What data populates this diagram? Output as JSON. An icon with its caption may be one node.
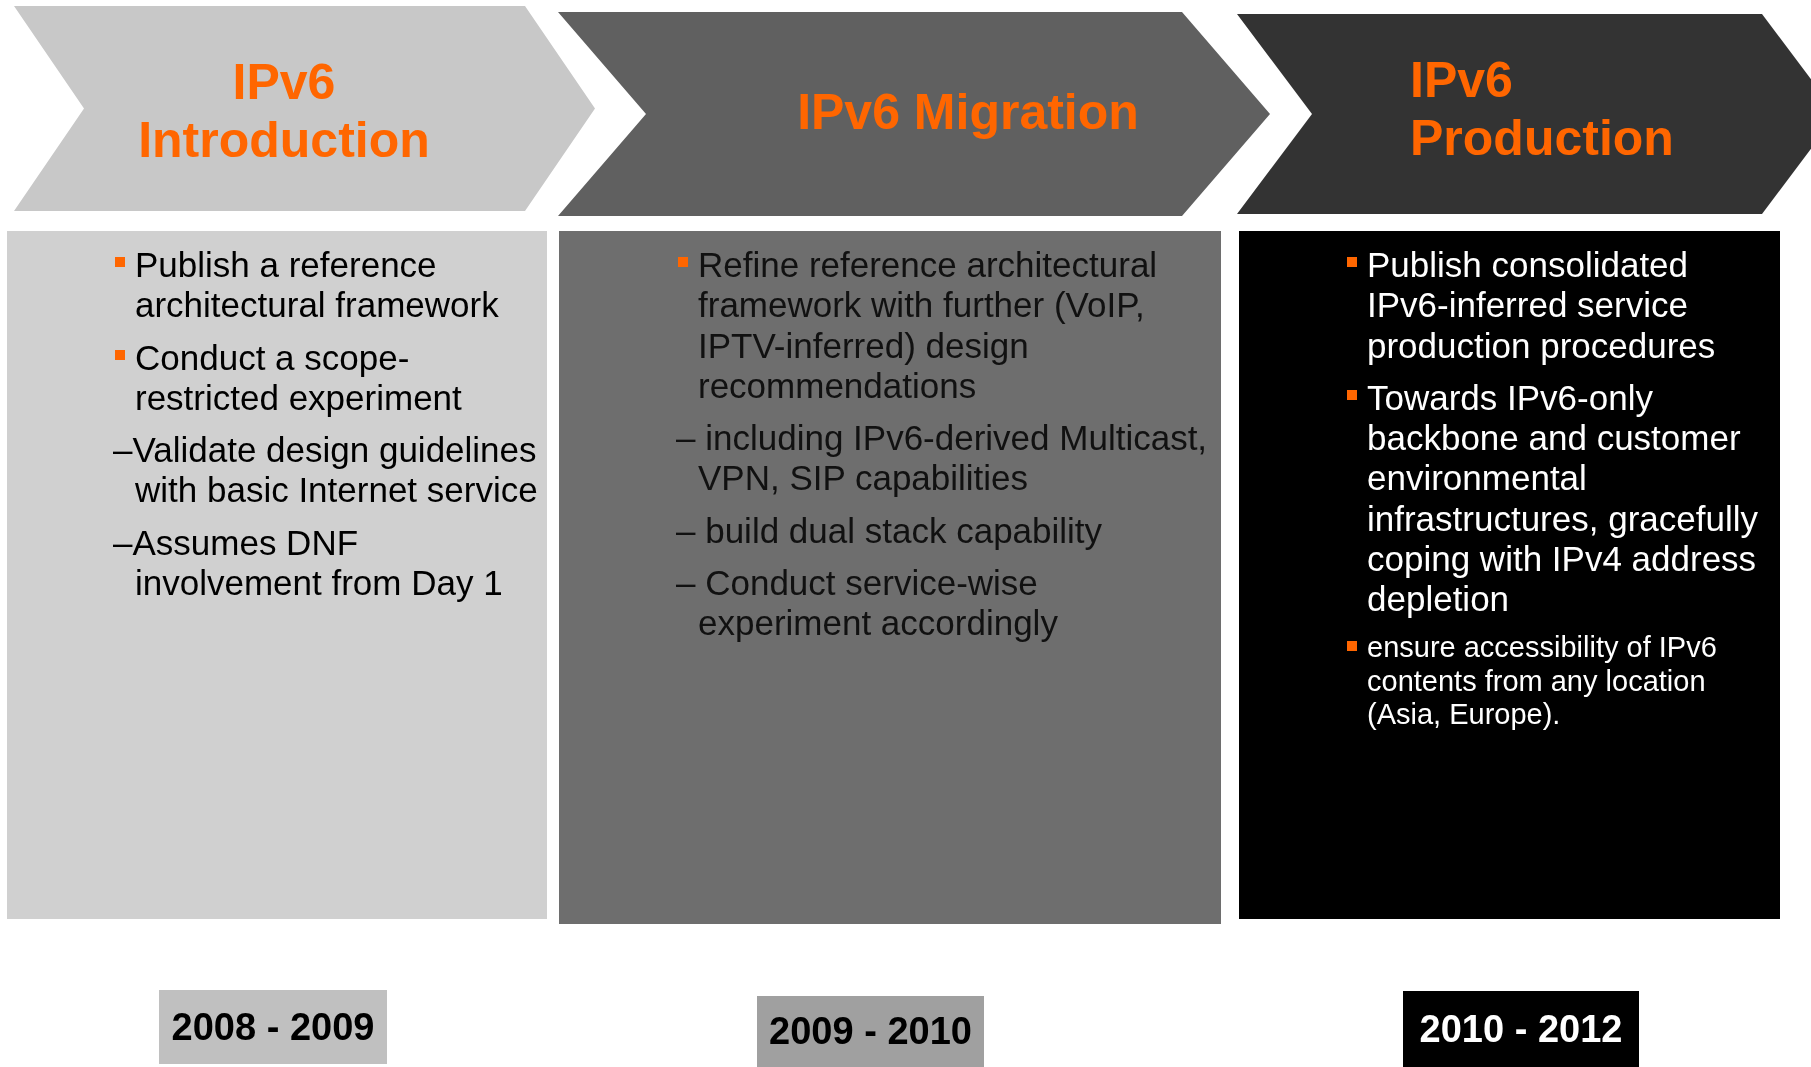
{
  "diagram": {
    "nodes": [
      {
        "text": [
          "IPv6 Introduction"
        ]
      },
      {
        "text": [
          "IPv6 Migration"
        ]
      },
      {
        "text": [
          "IPv6 Production"
        ]
      },
      {
        "text": [
          "Publish a reference architectural framework",
          "Conduct a scope-restricted experiment",
          "–Validate design guidelines with basic Internet service",
          "–Assumes DNF involvement from Day 1"
        ]
      },
      {
        "text": [
          "Refine reference architectural framework with further (VoIP, IPTV-inferred) design recommendations",
          "– including IPv6-derived Multicast, VPN, SIP capabilities",
          "– build dual stack capability",
          "– Conduct service-wise experiment accordingly"
        ]
      },
      {
        "text": [
          "Publish consolidated IPv6-inferred service production procedures",
          "Towards IPv6-only backbone and customer environmental infrastructures, gracefully coping with IPv4 address depletion",
          "ensure accessibility of IPv6 contents from any location (Asia, Europe)."
        ]
      },
      {
        "text": [
          "2008 - 2009"
        ]
      },
      {
        "text": [
          "2009 - 2010"
        ]
      },
      {
        "text": [
          "2010 - 2012"
        ]
      }
    ],
    "edges": []
  }
}
